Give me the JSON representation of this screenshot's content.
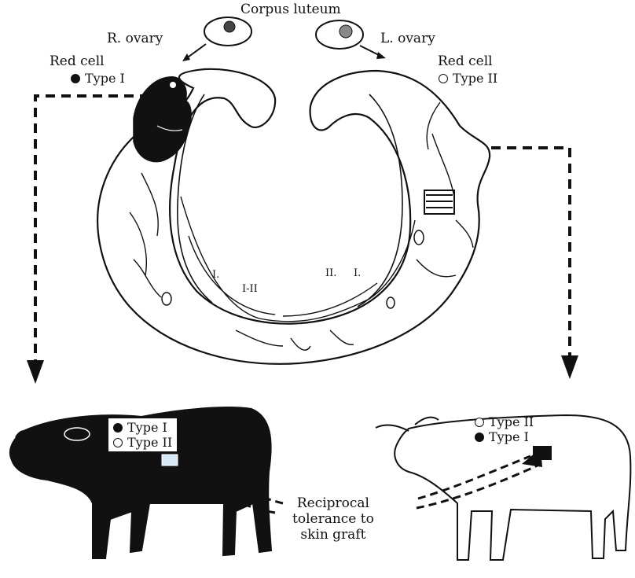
{
  "labels": {
    "corpus_luteum": "Corpus luteum",
    "r_ovary": "R. ovary",
    "l_ovary": "L. ovary",
    "red_cell_left": "Red cell",
    "red_cell_right": "Red cell",
    "type_1_left": "Type I",
    "type_2_right": "Type II",
    "vessel_1_left": "I.",
    "vessel_1_2": "I-II",
    "vessel_2": "II.",
    "vessel_1_right": "I."
  },
  "cow_left_legend": {
    "line1": "Type I",
    "line2": "Type II"
  },
  "cow_right_legend": {
    "line1": "Type II",
    "line2": "Type I"
  },
  "tolerance_text": [
    "Reciprocal",
    "tolerance to",
    "skin graft"
  ],
  "colors": {
    "ink": "#111111",
    "paper": "#ffffff"
  }
}
